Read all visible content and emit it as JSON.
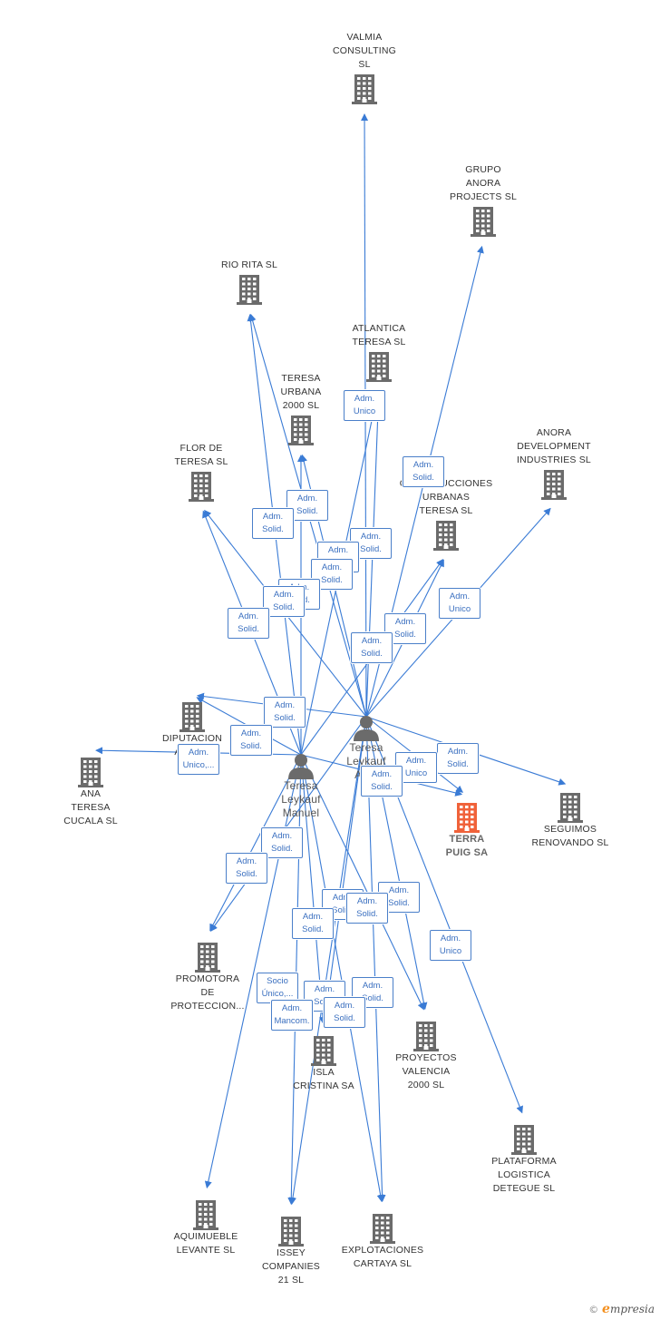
{
  "colors": {
    "edge": "#3a7bd5",
    "company_icon": "#6b6b6b",
    "main_company_icon": "#f0623a",
    "person_icon": "#6b6b6b",
    "badge_border": "#4a7fc9",
    "badge_text": "#3b70c0"
  },
  "nodes": [
    {
      "id": "valmia",
      "type": "company",
      "label": "VALMIA\nCONSULTING\nSL"
    },
    {
      "id": "grupo_anora",
      "type": "company",
      "label": "GRUPO\nANORA\nPROJECTS  SL"
    },
    {
      "id": "rio_rita",
      "type": "company",
      "label": "RIO RITA SL"
    },
    {
      "id": "atlantica",
      "type": "company",
      "label": "ATLANTICA\nTERESA SL"
    },
    {
      "id": "teresa_urbana",
      "type": "company",
      "label": "TERESA\nURBANA\n2000 SL"
    },
    {
      "id": "flor_teresa",
      "type": "company",
      "label": "FLOR DE\nTERESA SL"
    },
    {
      "id": "construcciones",
      "type": "company",
      "label": "CONSTRUCCIONES\nURBANAS\nTERESA SL"
    },
    {
      "id": "anora_dev",
      "type": "company",
      "label": "ANORA\nDEVELOPMENT\nINDUSTRIES  SL"
    },
    {
      "id": "diputacion",
      "type": "company",
      "label": "DIPUTACION\nAVILA..."
    },
    {
      "id": "ana_teresa",
      "type": "company",
      "label": "ANA\nTERESA\nCUCALA SL"
    },
    {
      "id": "terra_puig",
      "type": "main",
      "label": "TERRA\nPUIG SA"
    },
    {
      "id": "seguimos",
      "type": "company",
      "label": "SEGUIMOS\nRENOVANDO SL"
    },
    {
      "id": "promotora",
      "type": "company",
      "label": "PROMOTORA\nDE\nPROTECCION..."
    },
    {
      "id": "isla_cristina",
      "type": "company",
      "label": "ISLA\nCRISTINA SA"
    },
    {
      "id": "proyectos_valencia",
      "type": "company",
      "label": "PROYECTOS\nVALENCIA\n2000 SL"
    },
    {
      "id": "plataforma",
      "type": "company",
      "label": "PLATAFORMA\nLOGISTICA\nDETEGUE  SL"
    },
    {
      "id": "aquimueble",
      "type": "company",
      "label": "AQUIMUEBLE\nLEVANTE SL"
    },
    {
      "id": "issey",
      "type": "company",
      "label": "ISSEY\nCOMPANIES\n21 SL"
    },
    {
      "id": "explotaciones",
      "type": "company",
      "label": "EXPLOTACIONES\nCARTAYA SL"
    },
    {
      "id": "p_ana",
      "type": "person",
      "label": "Teresa\nLeykauf\nAn..."
    },
    {
      "id": "p_manuel",
      "type": "person",
      "label": "Teresa\nLeykauf\nManuel"
    }
  ],
  "edges": [
    {
      "from": "p_ana",
      "to": "valmia"
    },
    {
      "from": "p_ana",
      "to": "grupo_anora"
    },
    {
      "from": "p_ana",
      "to": "rio_rita"
    },
    {
      "from": "p_manuel",
      "to": "rio_rita"
    },
    {
      "from": "p_ana",
      "to": "atlantica"
    },
    {
      "from": "p_manuel",
      "to": "atlantica"
    },
    {
      "from": "p_ana",
      "to": "teresa_urbana"
    },
    {
      "from": "p_manuel",
      "to": "teresa_urbana"
    },
    {
      "from": "p_ana",
      "to": "flor_teresa"
    },
    {
      "from": "p_manuel",
      "to": "flor_teresa"
    },
    {
      "from": "p_ana",
      "to": "construcciones"
    },
    {
      "from": "p_manuel",
      "to": "construcciones"
    },
    {
      "from": "p_ana",
      "to": "anora_dev"
    },
    {
      "from": "p_ana",
      "to": "diputacion"
    },
    {
      "from": "p_manuel",
      "to": "diputacion"
    },
    {
      "from": "p_manuel",
      "to": "ana_teresa"
    },
    {
      "from": "p_ana",
      "to": "terra_puig"
    },
    {
      "from": "p_manuel",
      "to": "terra_puig"
    },
    {
      "from": "p_ana",
      "to": "seguimos"
    },
    {
      "from": "p_ana",
      "to": "promotora"
    },
    {
      "from": "p_manuel",
      "to": "promotora"
    },
    {
      "from": "p_ana",
      "to": "isla_cristina"
    },
    {
      "from": "p_manuel",
      "to": "isla_cristina"
    },
    {
      "from": "p_ana",
      "to": "proyectos_valencia"
    },
    {
      "from": "p_manuel",
      "to": "proyectos_valencia"
    },
    {
      "from": "p_ana",
      "to": "plataforma"
    },
    {
      "from": "p_manuel",
      "to": "aquimueble"
    },
    {
      "from": "p_ana",
      "to": "issey"
    },
    {
      "from": "p_manuel",
      "to": "issey"
    },
    {
      "from": "p_ana",
      "to": "explotaciones"
    },
    {
      "from": "p_manuel",
      "to": "explotaciones"
    }
  ],
  "badges": [
    {
      "text": "Adm.\nUnico"
    },
    {
      "text": "Adm.\nSolid."
    },
    {
      "text": "Adm.\nSolid."
    },
    {
      "text": "Adm.\nSolid."
    },
    {
      "text": "Adm.\nSolid."
    },
    {
      "text": "Adm.\nSolid."
    },
    {
      "text": "Adm.\nSolid."
    },
    {
      "text": "Adm.\nSolid."
    },
    {
      "text": "Adm.\nSolid."
    },
    {
      "text": "Adm.\nSolid."
    },
    {
      "text": "Adm.\nUnico"
    },
    {
      "text": "Adm.\nSolid."
    },
    {
      "text": "Adm.\nSolid."
    },
    {
      "text": "Adm.\nSolid."
    },
    {
      "text": "Adm.\nSolid."
    },
    {
      "text": "Adm.\nUnico,..."
    },
    {
      "text": "Adm.\nSolid."
    },
    {
      "text": "Adm.\nUnico"
    },
    {
      "text": "Adm.\nSolid."
    },
    {
      "text": "Adm.\nSolid."
    },
    {
      "text": "Adm.\nSolid."
    },
    {
      "text": "Adm.\nSolid."
    },
    {
      "text": "Adm.\nSolid."
    },
    {
      "text": "Adm.\nSolid."
    },
    {
      "text": "Adm.\nSolid."
    },
    {
      "text": "Adm.\nUnico"
    },
    {
      "text": "Socio\nÚnico,..."
    },
    {
      "text": "Adm.\nSolid."
    },
    {
      "text": "Adm.\nSolid."
    },
    {
      "text": "Adm.\nMancom."
    },
    {
      "text": "Adm.\nSolid."
    }
  ],
  "footer": {
    "copyright": "©",
    "brand_initial": "e",
    "brand_rest": "mpresia"
  }
}
